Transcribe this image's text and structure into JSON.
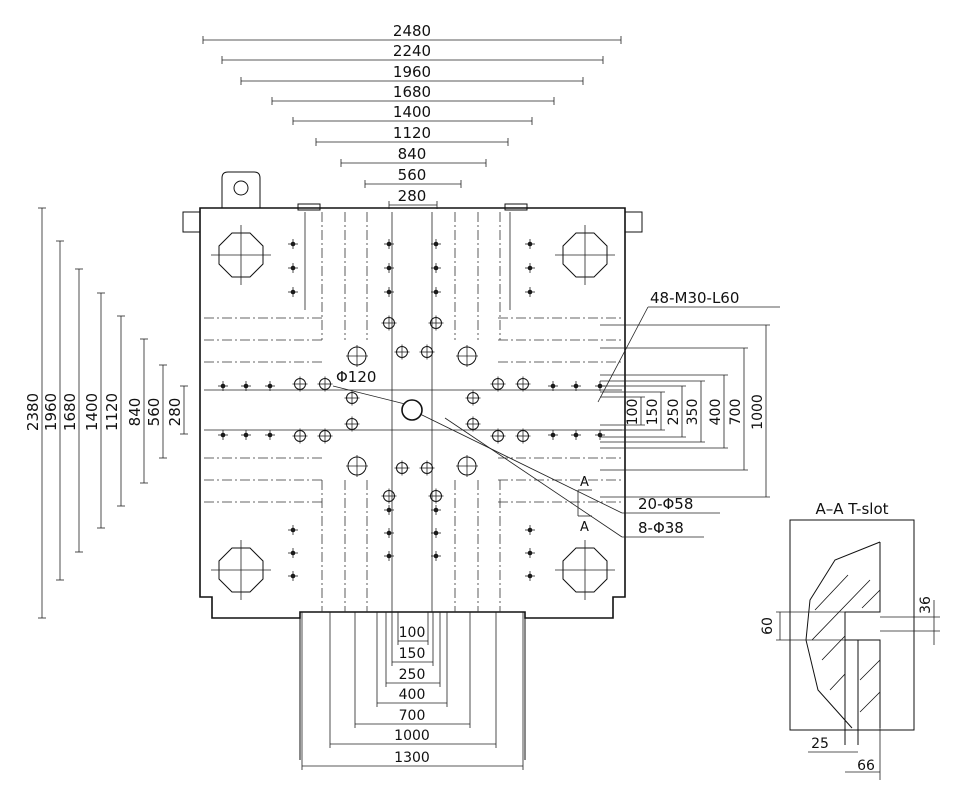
{
  "dimensions": {
    "top": [
      "2480",
      "2240",
      "1960",
      "1680",
      "1400",
      "1120",
      "840",
      "560",
      "280"
    ],
    "left": [
      "2380",
      "1960",
      "1680",
      "1400",
      "1120",
      "840",
      "560",
      "280"
    ],
    "right": [
      "100",
      "150",
      "250",
      "350",
      "400",
      "700",
      "1000"
    ],
    "bottom": [
      "100",
      "150",
      "250",
      "400",
      "700",
      "1000",
      "1300"
    ]
  },
  "callouts": {
    "bolt_holes": "48-M30-L60",
    "center_hole": "Φ120",
    "holes_large": "20-Φ58",
    "holes_small": "8-Φ38",
    "section_mark": "A"
  },
  "section": {
    "title": "A–A T-slot",
    "dim_60": "60",
    "dim_36": "36",
    "dim_25": "25",
    "dim_66": "66"
  }
}
